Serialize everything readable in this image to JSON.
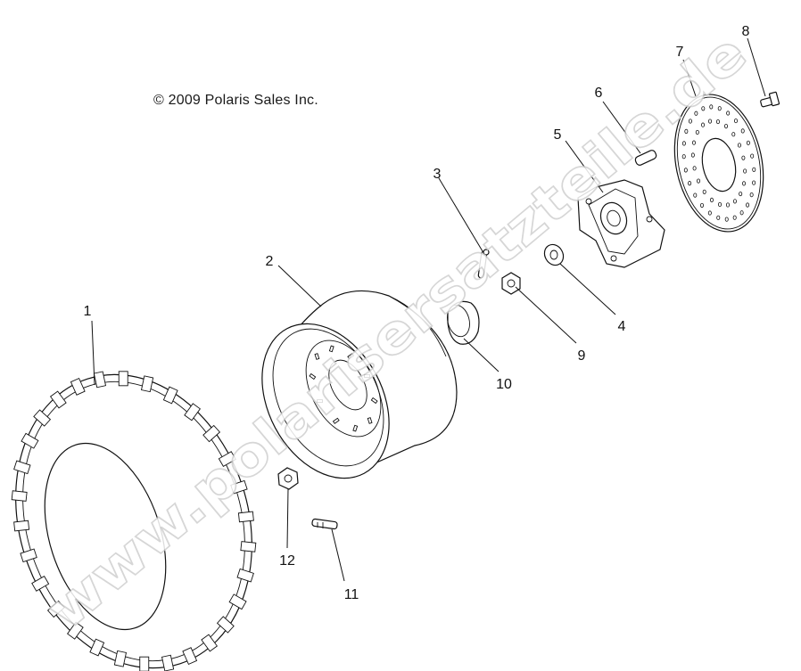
{
  "copyright": "© 2009 Polaris Sales Inc.",
  "watermark": "www.polarisersatzteile.de",
  "callouts": [
    {
      "id": "1",
      "label": "1",
      "part": "tire"
    },
    {
      "id": "2",
      "label": "2",
      "part": "wheel-rim"
    },
    {
      "id": "3",
      "label": "3",
      "part": "cotter-pin"
    },
    {
      "id": "4",
      "label": "4",
      "part": "washer"
    },
    {
      "id": "5",
      "label": "5",
      "part": "wheel-hub"
    },
    {
      "id": "6",
      "label": "6",
      "part": "hub-stud"
    },
    {
      "id": "7",
      "label": "7",
      "part": "brake-disc"
    },
    {
      "id": "8",
      "label": "8",
      "part": "disc-bolt"
    },
    {
      "id": "9",
      "label": "9",
      "part": "castle-nut"
    },
    {
      "id": "10",
      "label": "10",
      "part": "hub-cap"
    },
    {
      "id": "11",
      "label": "11",
      "part": "valve-stem"
    },
    {
      "id": "12",
      "label": "12",
      "part": "lug-nut"
    }
  ]
}
